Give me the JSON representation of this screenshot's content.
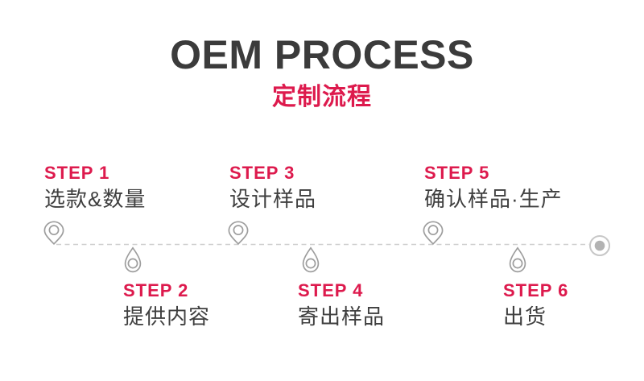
{
  "header": {
    "title": "OEM PROCESS",
    "subtitle": "定制流程"
  },
  "colors": {
    "accent_red": "#DD1A4D",
    "title_dark": "#3B3B3B",
    "body_text": "#3F3F3F",
    "pin_stroke": "#9D9D9D",
    "timeline_gray": "#D0D0D0",
    "endpoint_ring": "#C7C7C7",
    "endpoint_dot": "#B3B3B3",
    "background": "#FFFFFF"
  },
  "steps": [
    {
      "label": "STEP 1",
      "text": "选款&数量",
      "row": "top"
    },
    {
      "label": "STEP 2",
      "text": "提供内容",
      "row": "bottom"
    },
    {
      "label": "STEP 3",
      "text": "设计样品",
      "row": "top"
    },
    {
      "label": "STEP 4",
      "text": "寄出样品",
      "row": "bottom"
    },
    {
      "label": "STEP 5",
      "text": "确认样品·生产",
      "row": "top"
    },
    {
      "label": "STEP 6",
      "text": "出货",
      "row": "bottom"
    }
  ],
  "icons": {
    "top_marker": "map-pin-icon",
    "bottom_marker": "drop-pin-icon",
    "end_marker": "endpoint-bullseye-icon",
    "timeline": "dashed-timeline"
  }
}
